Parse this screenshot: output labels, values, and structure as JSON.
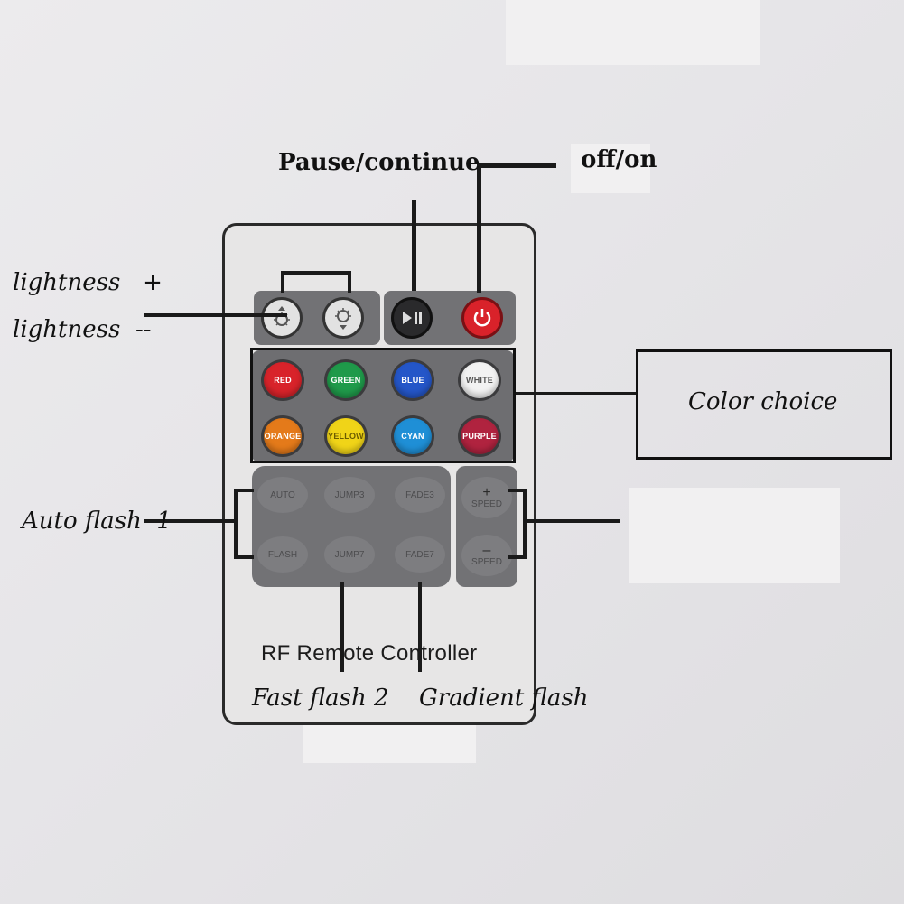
{
  "remote": {
    "title": "RF Remote Controller",
    "brightness_buttons": [
      {
        "name": "brightness-up-icon"
      },
      {
        "name": "brightness-down-icon"
      }
    ],
    "play_pause_icon": "play-pause-icon",
    "power_icon": "power-icon",
    "color_buttons": [
      {
        "label": "RED",
        "color": "#d8232a"
      },
      {
        "label": "GREEN",
        "color": "#1f9a4a"
      },
      {
        "label": "BLUE",
        "color": "#2456c8"
      },
      {
        "label": "WHITE",
        "color": "#f2f2f2"
      },
      {
        "label": "ORANGE",
        "color": "#e47a1a"
      },
      {
        "label": "YELLOW",
        "color": "#f0d418"
      },
      {
        "label": "CYAN",
        "color": "#1f8fd6"
      },
      {
        "label": "PURPLE",
        "color": "#b0233f"
      }
    ],
    "mode_buttons": [
      {
        "label": "AUTO"
      },
      {
        "label": "JUMP3"
      },
      {
        "label": "FADE3"
      },
      {
        "label": "FLASH"
      },
      {
        "label": "JUMP7"
      },
      {
        "label": "FADE7"
      }
    ],
    "speed_buttons": [
      {
        "sign": "+",
        "label": "SPEED"
      },
      {
        "sign": "–",
        "label": "SPEED"
      }
    ]
  },
  "annotations": {
    "pause": "Pause/continue",
    "power": "off/on",
    "lightness_up": "lightness   +",
    "lightness_down": "lightness  --",
    "color_choice": "Color choice",
    "auto_flash": "Auto flash  1",
    "fast_flash": "Fast flash 2",
    "gradient_flash": "Gradient flash"
  }
}
